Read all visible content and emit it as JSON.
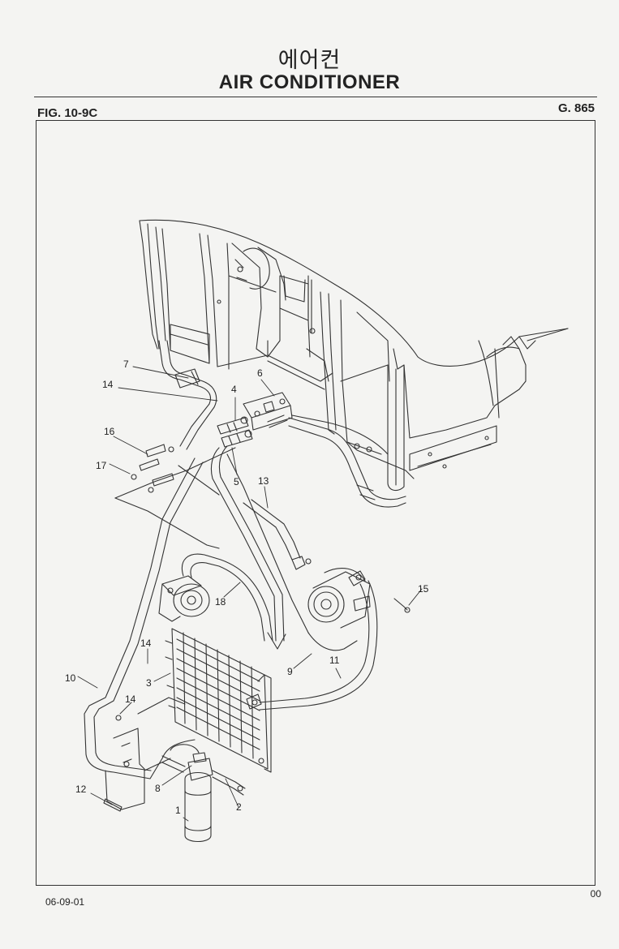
{
  "header": {
    "korean_title": "에어컨",
    "title": "AIR CONDITIONER",
    "figure": "FIG. 10-9C",
    "page_code": "G. 865"
  },
  "callouts": [
    "1",
    "2",
    "3",
    "4",
    "5",
    "6",
    "7",
    "8",
    "9",
    "10",
    "11",
    "12",
    "13",
    "14",
    "14",
    "14",
    "15",
    "16",
    "17",
    "18"
  ],
  "footer": {
    "date_code": "06-09-01",
    "page_num": "00"
  }
}
